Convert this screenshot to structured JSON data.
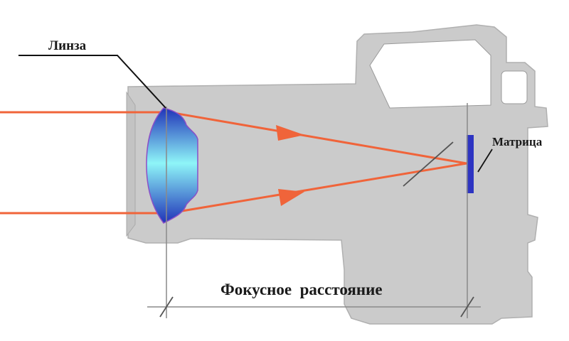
{
  "labels": {
    "lens": "Линза",
    "sensor": "Матрица",
    "focal_length": "Фокусное  расстояние"
  },
  "colors": {
    "camera_body": "#cbcbcb",
    "camera_outline": "#9a9a9a",
    "ray": "#f0643a",
    "sensor": "#2d34c2",
    "lens_center": "#8ef5f8",
    "lens_edge": "#2033b8",
    "lens_rim": "#8a4fc7",
    "leader_line": "#111111",
    "dimension_line": "#8a8a8a"
  },
  "icons": {
    "camera": "camera-body-icon",
    "lens": "lens-icon",
    "mirror": "mirror-icon",
    "sensor": "sensor-icon"
  }
}
